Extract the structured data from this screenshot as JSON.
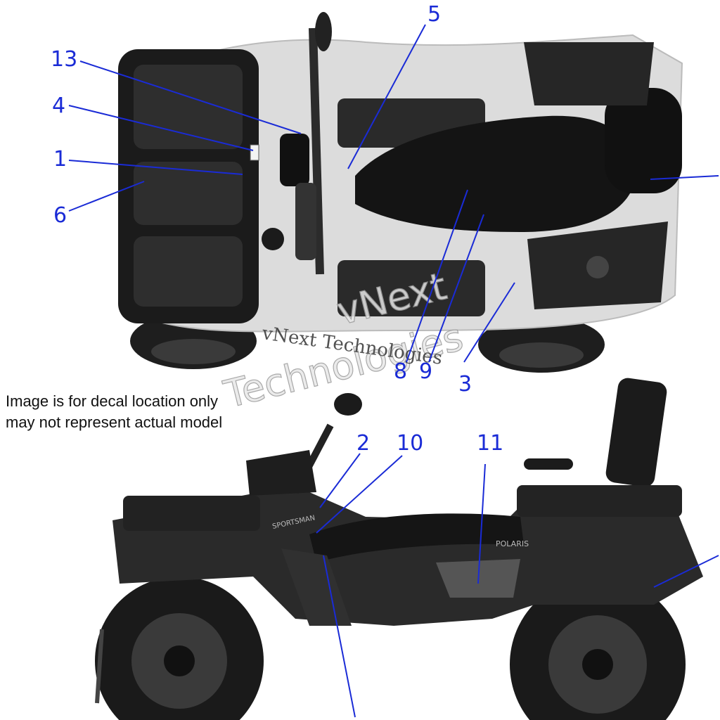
{
  "note": {
    "line1": "Image is for decal location only",
    "line2": "may not represent actual model"
  },
  "watermark": {
    "brand_big_1": "vNext",
    "brand_big_2": "Technologies",
    "brand_small": "vNext Technologies"
  },
  "callouts": {
    "c1": "1",
    "c2": "2",
    "c3": "3",
    "c4": "4",
    "c5": "5",
    "c6": "6",
    "c8": "8",
    "c9": "9",
    "c10": "10",
    "c11": "11",
    "c13": "13"
  },
  "decal_text": {
    "sportsman": "SPORTSMAN",
    "brand": "POLARIS"
  },
  "colors": {
    "callout": "#1a2bd6",
    "body_dark": "#2a2a2a",
    "body_light": "#dcdcdc"
  }
}
